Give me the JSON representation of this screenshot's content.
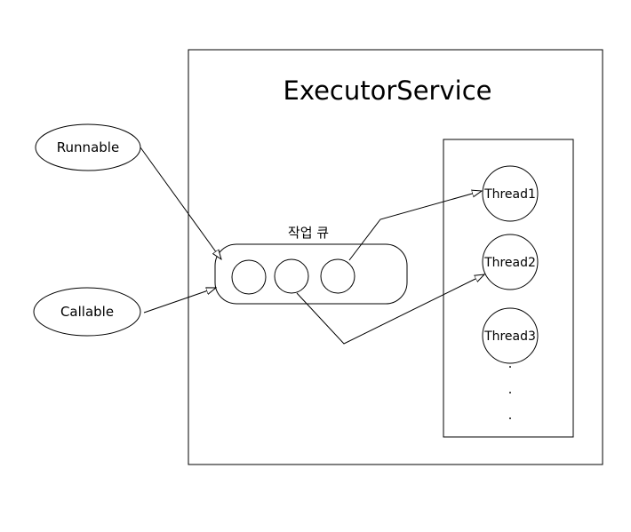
{
  "title": "ExecutorService",
  "inputs": {
    "runnable": "Runnable",
    "callable": "Callable"
  },
  "queue": {
    "label": "작업 큐"
  },
  "threads": [
    "Thread1",
    "Thread2",
    "Thread3"
  ],
  "ellipsis": ".\n.\n."
}
